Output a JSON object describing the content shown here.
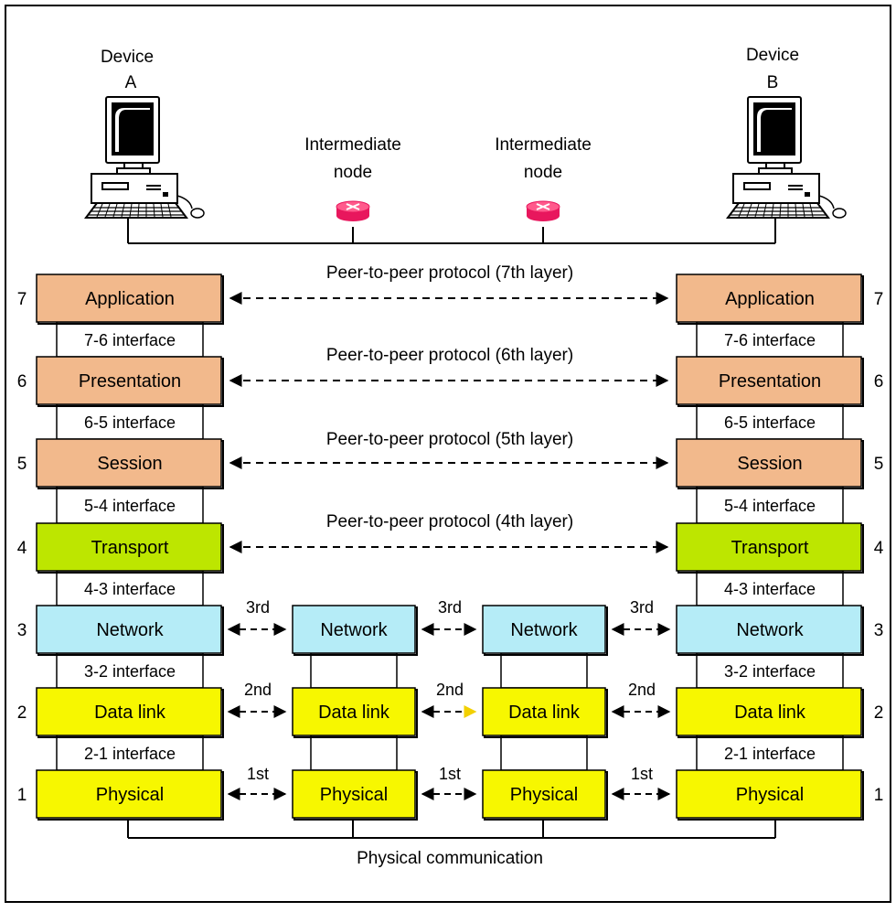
{
  "devices": {
    "a": {
      "line1": "Device",
      "line2": "A"
    },
    "b": {
      "line1": "Device",
      "line2": "B"
    }
  },
  "intermediate_nodes": [
    {
      "line1": "Intermediate",
      "line2": "node"
    },
    {
      "line1": "Intermediate",
      "line2": "node"
    }
  ],
  "layers": [
    {
      "number": "7",
      "name": "Application",
      "color": "#f2b98c"
    },
    {
      "number": "6",
      "name": "Presentation",
      "color": "#f2b98c"
    },
    {
      "number": "5",
      "name": "Session",
      "color": "#f2b98c"
    },
    {
      "number": "4",
      "name": "Transport",
      "color": "#bde600"
    },
    {
      "number": "3",
      "name": "Network",
      "color": "#b5ecf7"
    },
    {
      "number": "2",
      "name": "Data link",
      "color": "#f7f700"
    },
    {
      "number": "1",
      "name": "Physical",
      "color": "#f7f700"
    }
  ],
  "interfaces": [
    "7-6 interface",
    "6-5 interface",
    "5-4 interface",
    "4-3 interface",
    "3-2 interface",
    "2-1 interface"
  ],
  "peer_protocols": [
    "Peer-to-peer protocol (7th layer)",
    "Peer-to-peer protocol (6th layer)",
    "Peer-to-peer protocol (5th layer)",
    "Peer-to-peer protocol (4th layer)"
  ],
  "hop_labels": {
    "layer3": "3rd",
    "layer2": "2nd",
    "layer1": "1st"
  },
  "intermediate_stack": {
    "network": "Network",
    "data_link": "Data link",
    "physical": "Physical"
  },
  "bottom_label": "Physical communication",
  "colors": {
    "router": "#e8175d",
    "router_top": "#ff5a8c",
    "highlight_arrow": "#f2d000",
    "border": "#000000"
  }
}
